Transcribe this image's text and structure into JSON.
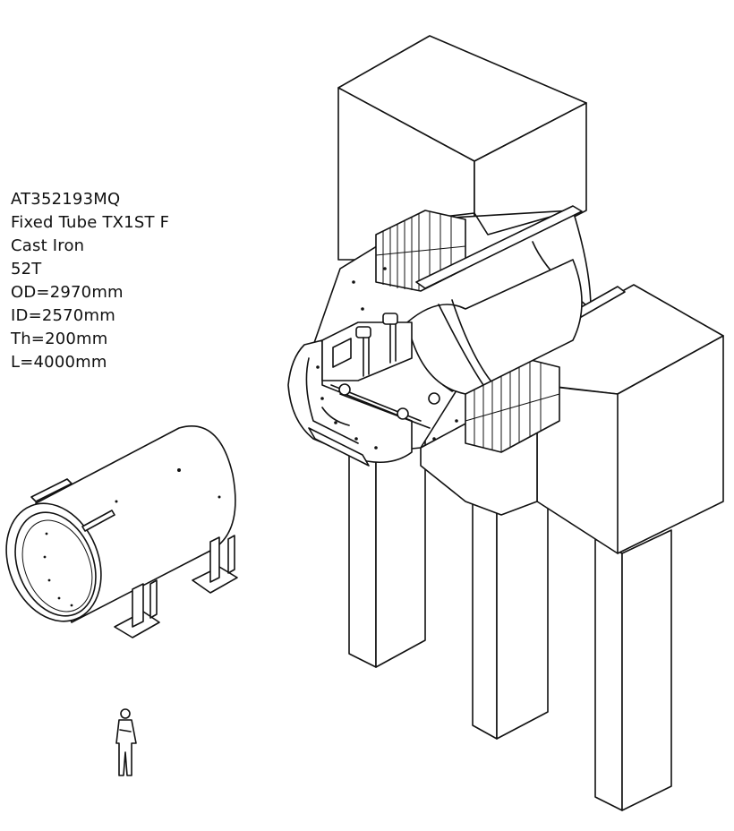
{
  "spec": {
    "lines": [
      "AT352193MQ",
      "Fixed Tube TX1ST F",
      "Cast Iron",
      "52T",
      "OD=2970mm",
      "ID=2570mm",
      "Th=200mm",
      "L=4000mm"
    ]
  },
  "colors": {
    "line": "#111111",
    "background": "#ffffff"
  }
}
